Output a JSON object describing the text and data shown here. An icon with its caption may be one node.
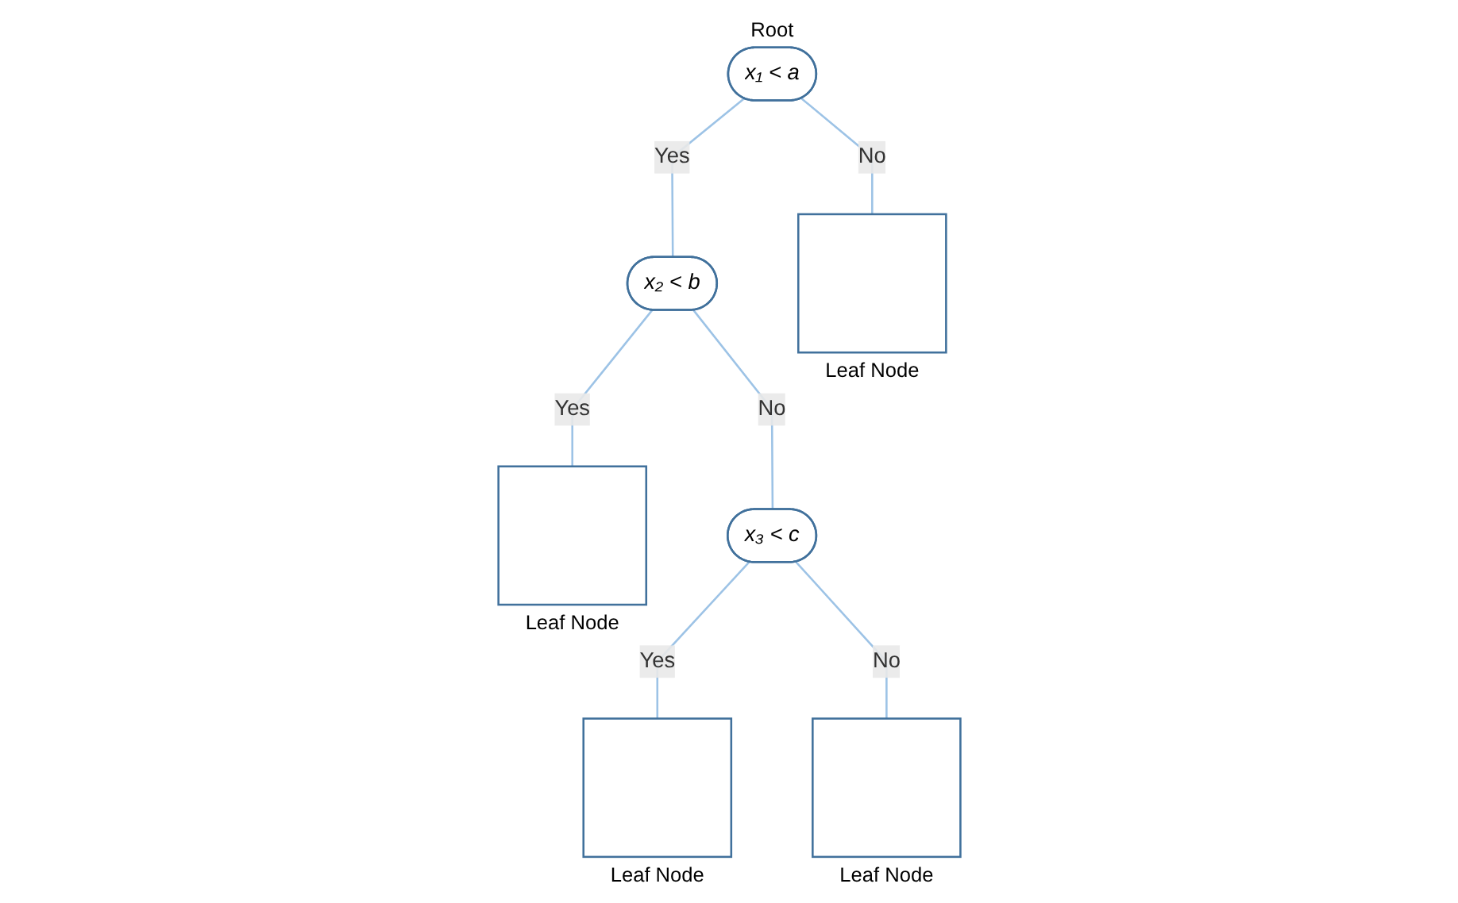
{
  "diagram": {
    "nodes": [
      {
        "text": [
          "x₁ < a"
        ],
        "beside": [
          "Root"
        ]
      },
      {
        "text": [
          "x₂ < b"
        ]
      },
      {
        "text": [],
        "shape": "box",
        "beside": [
          "Leaf Node"
        ]
      },
      {
        "text": [],
        "shape": "box",
        "beside": [
          "Leaf Node"
        ]
      },
      {
        "text": [
          "x₃ < c"
        ]
      },
      {
        "text": [],
        "shape": "box",
        "beside": [
          "Leaf Node"
        ]
      },
      {
        "text": [],
        "shape": "box",
        "beside": [
          "Leaf Node"
        ]
      }
    ],
    "edges": [
      {
        "from": 0,
        "to": 1,
        "arrow": "none",
        "label": "Yes"
      },
      {
        "from": 0,
        "to": 2,
        "arrow": "none",
        "label": "No"
      },
      {
        "from": 1,
        "to": 3,
        "arrow": "none",
        "label": "Yes"
      },
      {
        "from": 1,
        "to": 4,
        "arrow": "none",
        "label": "No"
      },
      {
        "from": 4,
        "to": 5,
        "arrow": "none",
        "label": "Yes"
      },
      {
        "from": 4,
        "to": 6,
        "arrow": "none",
        "label": "No"
      }
    ]
  }
}
